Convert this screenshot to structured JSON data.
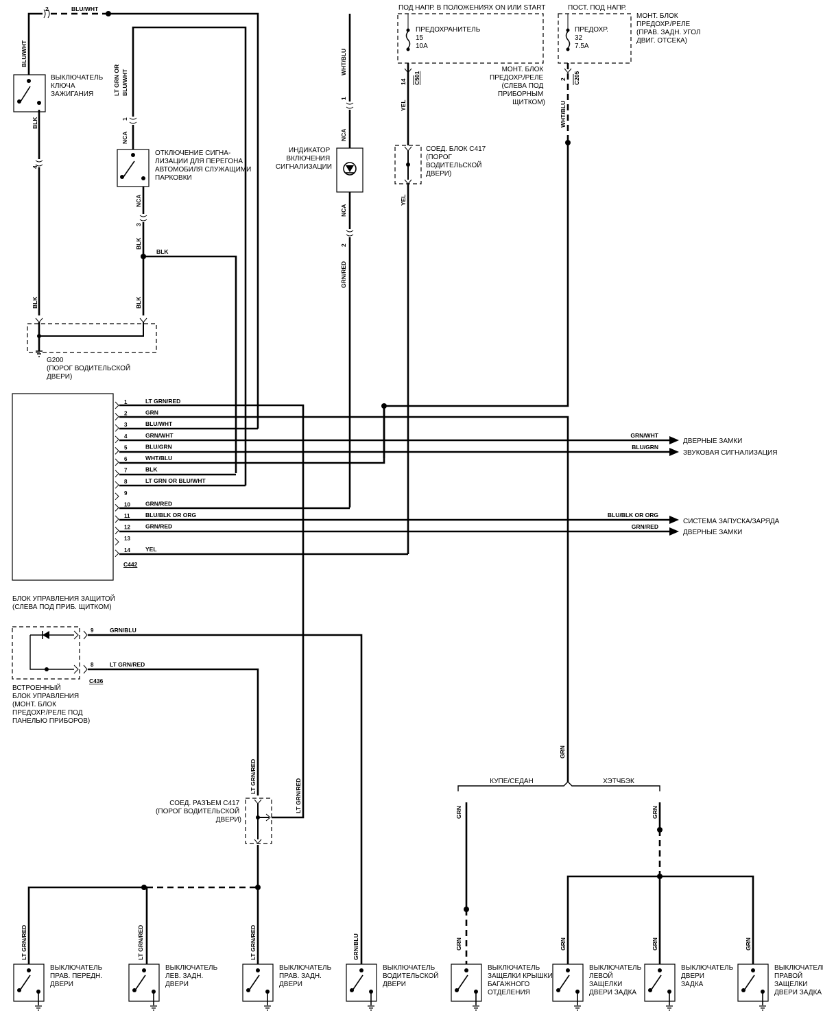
{
  "components": {
    "ignition_switch": [
      "ВЫКЛЮЧАТЕЛЬ",
      "КЛЮЧА",
      "ЗАЖИГАНИЯ"
    ],
    "valet_switch": [
      "ОТКЛЮЧЕНИЕ СИГНА-",
      "ЛИЗАЦИИ ДЛЯ ПЕРЕГОНА",
      "АВТОМОБИЛЯ СЛУЖАЩИМИ",
      "ПАРКОВКИ"
    ],
    "indicator": [
      "ИНДИКАТОР",
      "ВКЛЮЧЕНИЯ",
      "СИГНАЛИЗАЦИИ"
    ],
    "fuse_box_1_header": "ПОД НАПР. В ПОЛОЖЕНИЯХ ON ИЛИ START",
    "fuse_15": [
      "ПРЕДОХРАНИТЕЛЬ",
      "15",
      "10A"
    ],
    "fuse_box_1_loc": [
      "МОНТ. БЛОК",
      "ПРЕДОХР./РЕЛЕ",
      "(СЛЕВА ПОД",
      "ПРИБОРНЫМ",
      "ЩИТКОМ)"
    ],
    "fuse_box_2_header": "ПОСТ. ПОД НАПР.",
    "fuse_32": [
      "ПРЕДОХР.",
      "32",
      "7.5A"
    ],
    "fuse_box_2_loc": [
      "МОНТ. БЛОК",
      "ПРЕДОХР./РЕЛЕ",
      "(ПРАВ. ЗАДН. УГОЛ",
      "ДВИГ. ОТСЕКА)"
    ],
    "c417_top": [
      "СОЕД. БЛОК C417",
      "(ПОРОГ",
      "ВОДИТЕЛЬСКОЙ",
      "ДВЕРИ)"
    ],
    "g200": [
      "G200",
      "(ПОРОГ ВОДИТЕЛЬСКОЙ",
      "ДВЕРИ)"
    ],
    "security_module": [
      "БЛОК УПРАВЛЕНИЯ ЗАЩИТОЙ",
      "(СЛЕВА ПОД ПРИБ. ЩИТКОМ)"
    ],
    "integrated_module": [
      "ВСТРОЕННЫЙ",
      "БЛОК УПРАВЛЕНИЯ",
      "(МОНТ. БЛОК",
      "ПРЕДОХР./РЕЛЕ ПОД",
      "ПАНЕЛЬЮ ПРИБОРОВ)"
    ],
    "c417_mid": [
      "СОЕД. РАЗЪЕМ C417",
      "(ПОРОГ ВОДИТЕЛЬСКОЙ",
      "ДВЕРИ)"
    ],
    "sw_rf_door": [
      "ВЫКЛЮЧАТЕЛЬ",
      "ПРАВ. ПЕРЕДН.",
      "ДВЕРИ"
    ],
    "sw_lr_door": [
      "ВЫКЛЮЧАТЕЛЬ",
      "ЛЕВ. ЗАДН.",
      "ДВЕРИ"
    ],
    "sw_rr_door": [
      "ВЫКЛЮЧАТЕЛЬ",
      "ПРАВ. ЗАДН.",
      "ДВЕРИ"
    ],
    "sw_driver_door": [
      "ВЫКЛЮЧАТЕЛЬ",
      "ВОДИТЕЛЬСКОЙ",
      "ДВЕРИ"
    ],
    "sw_trunk": [
      "ВЫКЛЮЧАТЕЛЬ",
      "ЗАЩЕЛКИ КРЫШКИ",
      "БАГАЖНОГО",
      "ОТДЕЛЕНИЯ"
    ],
    "sw_tailgate_left": [
      "ВЫКЛЮЧАТЕЛЬ",
      "ЛЕВОЙ",
      "ЗАЩЕЛКИ",
      "ДВЕРИ ЗАДКА"
    ],
    "sw_tailgate": [
      "ВЫКЛЮЧАТЕЛЬ",
      "ДВЕРИ",
      "ЗАДКА"
    ],
    "sw_tailgate_right": [
      "ВЫКЛЮЧАТЕЛЬ",
      "ПРАВОЙ",
      "ЗАЩЕЛКИ",
      "ДВЕРИ ЗАДКА"
    ]
  },
  "branches": {
    "coupe_sedan": "КУПЕ/СЕДАН",
    "hatchback": "ХЭТЧБЭК"
  },
  "connectors": {
    "c442": "C442",
    "c436": "C436",
    "c501": "C501",
    "c205": "C205"
  },
  "c442_pins": [
    {
      "pin": "1",
      "wire": "LT GRN/RED"
    },
    {
      "pin": "2",
      "wire": "GRN"
    },
    {
      "pin": "3",
      "wire": "BLU/WHT"
    },
    {
      "pin": "4",
      "wire": "GRN/WHT"
    },
    {
      "pin": "5",
      "wire": "BLU/GRN"
    },
    {
      "pin": "6",
      "wire": "WHT/BLU"
    },
    {
      "pin": "7",
      "wire": "BLK"
    },
    {
      "pin": "8",
      "wire": "LT GRN OR BLU/WHT"
    },
    {
      "pin": "9",
      "wire": ""
    },
    {
      "pin": "10",
      "wire": "GRN/RED"
    },
    {
      "pin": "11",
      "wire": "BLU/BLK OR ORG"
    },
    {
      "pin": "12",
      "wire": "GRN/RED"
    },
    {
      "pin": "13",
      "wire": ""
    },
    {
      "pin": "14",
      "wire": "YEL"
    }
  ],
  "outputs": [
    {
      "wire": "GRN/WHT",
      "dest": "ДВЕРНЫЕ ЗАМКИ"
    },
    {
      "wire": "BLU/GRN",
      "dest": "ЗВУКОВАЯ СИГНАЛИЗАЦИЯ"
    },
    {
      "wire": "BLU/BLK OR ORG",
      "dest": "СИСТЕМА ЗАПУСКА/ЗАРЯДА"
    },
    {
      "wire": "GRN/RED",
      "dest": "ДВЕРНЫЕ ЗАМКИ"
    }
  ],
  "c436_pins": [
    {
      "pin": "9",
      "wire": "GRN/BLU"
    },
    {
      "pin": "8",
      "wire": "LT GRN/RED"
    }
  ],
  "wire_labels": {
    "top_blu_wht": "BLU/WHT",
    "top_pin2": "2",
    "ign_top": "BLU/WHT",
    "ign_bottom": "BLK",
    "ign_pin": "4",
    "valet_upper_a": "LT GRN OR",
    "valet_upper_b": "BLU/WHT",
    "valet_pin1": "1",
    "valet_nca_top": "NCA",
    "valet_nca_bottom": "NCA",
    "valet_pin3": "3",
    "valet_blk": "BLK",
    "splice_blk": "BLK",
    "g200_blk_left": "BLK",
    "g200_blk_right": "BLK",
    "ind_wht_blu": "WHT/BLU",
    "ind_pin1": "1",
    "ind_nca_top": "NCA",
    "ind_nca_bottom": "NCA",
    "ind_pin2": "2",
    "ind_grn_red": "GRN/RED",
    "c501_pin": "14",
    "c501_yel": "YEL",
    "c417_yel": "YEL",
    "c205_pin": "2",
    "c205_wht_blu": "WHT/BLU",
    "grn_main": "GRN",
    "grn_coupe": "GRN",
    "grn_hatch": "GRN",
    "grn_trunk": "GRN",
    "grn_left": "GRN",
    "grn_mid": "GRN",
    "grn_right": "GRN",
    "c417_ltgrnred_a": "LT GRN/RED",
    "c417_ltgrnred_b": "LT GRN/RED",
    "door_rf": "LT GRN/RED",
    "door_lr": "LT GRN/RED",
    "door_rr": "LT GRN/RED",
    "door_drv": "GRN/BLU"
  }
}
